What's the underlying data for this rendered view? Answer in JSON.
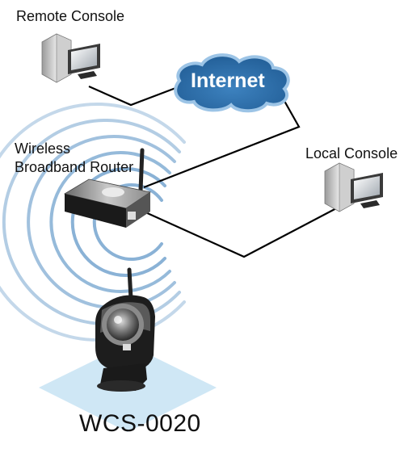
{
  "labels": {
    "remote_console": "Remote Console",
    "router_line1": "Wireless",
    "router_line2": "Broadband Router",
    "local_console": "Local Console",
    "camera_model": "WCS-0020",
    "cloud": "Internet"
  },
  "colors": {
    "cloud_fill": "#2f6ea8",
    "cloud_outline": "#9cc4e6",
    "wave": "#8ab2d6",
    "floor": "#cfe7f5",
    "line": "#000000"
  },
  "icons": {
    "remote": "desktop-computer-icon",
    "local": "desktop-computer-icon",
    "router": "router-icon",
    "camera": "ip-camera-icon",
    "cloud": "cloud-icon"
  }
}
